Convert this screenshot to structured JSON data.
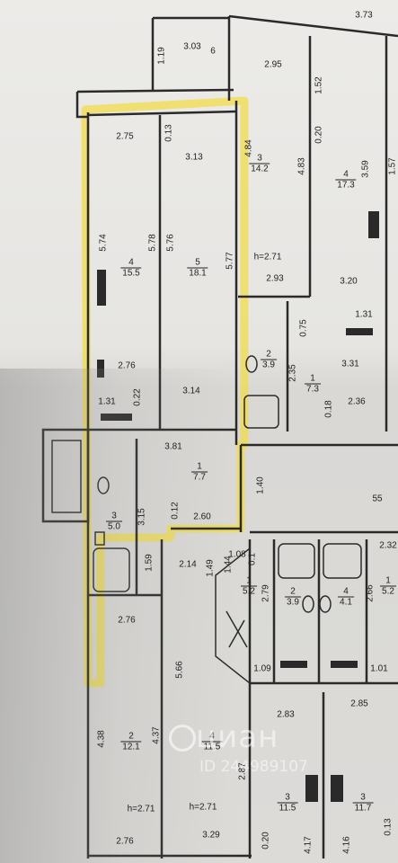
{
  "plan": {
    "rooms": [
      {
        "id": "r4-left",
        "number": "4",
        "area": "15.5"
      },
      {
        "id": "r5",
        "number": "5",
        "area": "18.1"
      },
      {
        "id": "r3-bath",
        "number": "3",
        "area": "5.0"
      },
      {
        "id": "r1-hall",
        "number": "1",
        "area": "7.7"
      },
      {
        "id": "r2-bed",
        "number": "2",
        "area": "12.1"
      },
      {
        "id": "r4-mid",
        "number": "4",
        "area": "11.5"
      },
      {
        "id": "r3-tr",
        "number": "3",
        "area": "14.2"
      },
      {
        "id": "r4-tr",
        "number": "4",
        "area": "17.3"
      },
      {
        "id": "r2-small",
        "number": "2",
        "area": "3.9"
      },
      {
        "id": "r1-small",
        "number": "1",
        "area": "7.3"
      },
      {
        "id": "r1-c",
        "number": "1",
        "area": "5.2"
      },
      {
        "id": "r2-c",
        "number": "2",
        "area": "3.9"
      },
      {
        "id": "r4-c",
        "number": "4",
        "area": "4.1"
      },
      {
        "id": "r1-r",
        "number": "1",
        "area": "5.2"
      },
      {
        "id": "r3-b1",
        "number": "3",
        "area": "11.5"
      },
      {
        "id": "r3-b2",
        "number": "3",
        "area": "11.7"
      }
    ],
    "dims": {
      "d_2_75": "2.75",
      "d_3_13": "3.13",
      "d_5_74": "5.74",
      "d_5_78": "5.78",
      "d_5_76": "5.76",
      "d_5_77": "5.77",
      "d_2_76a": "2.76",
      "d_3_14": "3.14",
      "d_0_13": "0.13",
      "d_4_84": "4.84",
      "d_3_03": "3.03",
      "d_1_19": "1.19",
      "d_6": "6",
      "d_2_95": "2.95",
      "d_4_83": "4.83",
      "d_1_52": "1.52",
      "d_0_20": "0.20",
      "d_3_73": "3.73",
      "d_3_59": "3.59",
      "d_h271a": "h=2.71",
      "d_2_93": "2.93",
      "d_3_20": "3.20",
      "d_1_31a": "1.31",
      "d_0_75": "0.75",
      "d_2_35": "2.35",
      "d_3_31": "3.31",
      "d_2_36": "2.36",
      "d_0_18": "0.18",
      "d_1_31b": "1.31",
      "d_0_22": "0.22",
      "d_3_81": "3.81",
      "d_1_40": "1.40",
      "d_0_12": "0.12",
      "d_2_60": "2.60",
      "d_3_15": "3.15",
      "d_1_59": "1.59",
      "d_2_14": "2.14",
      "d_1_49": "1.49",
      "d_1_44": "1.44",
      "d_1_08": "1.08",
      "d_0_1": "0.1",
      "d_2_79": "2.79",
      "d_2_66": "2.66",
      "d_2_32": "2.32",
      "d_1_09": "1.09",
      "d_1_01": "1.01",
      "d_2_76b": "2.76",
      "d_5_66": "5.66",
      "d_2_83": "2.83",
      "d_2_85": "2.85",
      "d_4_38": "4.38",
      "d_4_37": "4.37",
      "d_2_87": "2.87",
      "d_h271b": "h=2.71",
      "d_h271c": "h=2.71",
      "d_2_76c": "2.76",
      "d_3_29": "3.29",
      "d_0_20b": "0.20",
      "d_4_17": "4.17",
      "d_4_16": "4.16",
      "d_0_13b": "0.13",
      "d_55": "55",
      "d_1_57": "1.57"
    }
  },
  "watermark": {
    "brand": "циан",
    "id": "ID 244989107"
  },
  "colors": {
    "highlight": "#f0dc4a",
    "wall": "#2a2a2a",
    "paper": "#ecebe8"
  }
}
